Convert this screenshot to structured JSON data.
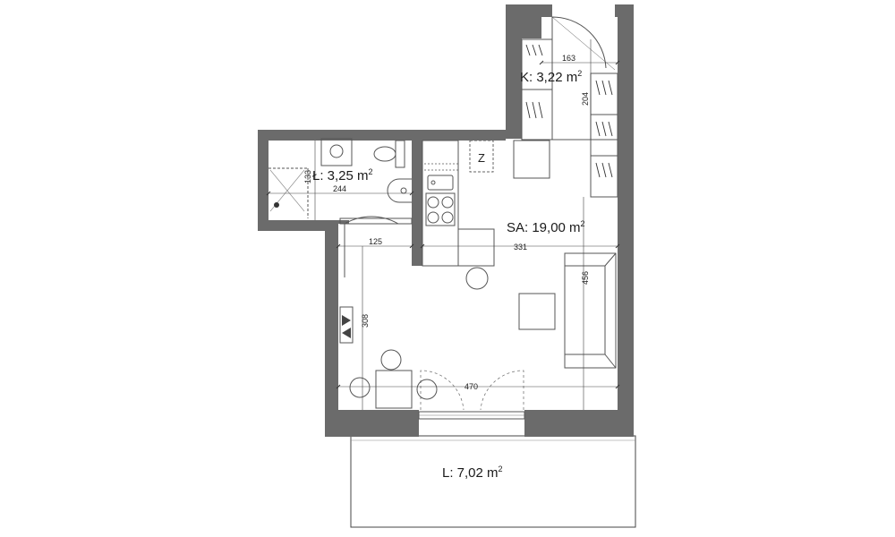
{
  "rooms": {
    "kitchen_prefix": "K: 3,22 m",
    "bathroom_prefix": "Ł: 3,25 m",
    "living_prefix": "SA: 19,00 m",
    "balcony_prefix": "L: 7,02 m",
    "sup": "2"
  },
  "dimensions": {
    "kitchen_width": "163",
    "kitchen_depth": "204",
    "bath_width": "244",
    "bath_depth": "133",
    "hall_width": "125",
    "hall_depth": "308",
    "living_width": "331",
    "living_depth": "456",
    "total_width": "470"
  },
  "symbols": {
    "chimney_label": "Z"
  }
}
